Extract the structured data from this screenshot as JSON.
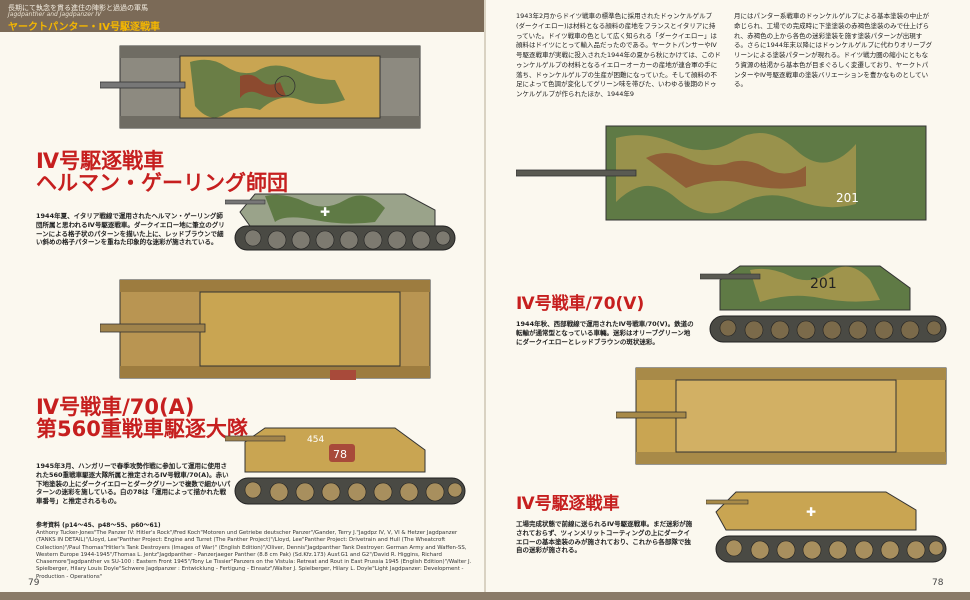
{
  "header": {
    "line1": "長期にて執念を貫る進住の陣影と過過の軍馬",
    "line2": "Jagdpanther and Jagdpanzer IV",
    "line3": "ヤークトパンター・IV号駆逐戦車"
  },
  "left_page": {
    "section1": {
      "title_line1": "Ⅳ号駆逐戦車",
      "title_line2": "ヘルマン・ゲーリング師団",
      "caption": "1944年夏、イタリア戦線で運用されたヘルマン・ゲーリング師団所属と思われるⅣ号駆逐戦車。ダークイエロー地に筆立のグリーンによる格子状のパターンを描いた上に、レッドブラウンで細い斜めの格子パターンを重ねた印象的な迷彩が施されている。"
    },
    "section2": {
      "title_line1": "Ⅳ号戦車/70(A)",
      "title_line2": "第560重戦車駆逐大隊",
      "caption": "1945年3月、ハンガリーで春季攻勢作戦に参加して運用に使用された560重戦車駆逐大隊所属と推定されるⅣ号戦車/70(A)。赤い下地塗装の上にダークイエローとダークグリーンで複数で細かいパターンの迷彩を施している。白の78は「運用によって描かれた戦車番号」と推定されるもの。",
      "turret_number": "454",
      "hull_number": "78"
    },
    "references_heading": "参考資料 (p14〜45、p48〜55、p60〜61)",
    "references": "Anthony Tucker-Jones\"The Panzer IV: Hitler's Rock\"/Fred Koch\"Motoren und Getriebe deutscher Panzer\"/Gander, Terry J.\"Jagdpz IV, V, VI & Hetzer Jagdpanzer (TANKS IN DETAIL)\"/Lloyd, Lee\"Panther Project: Engine and Turret (The Panther Project)\"/Lloyd, Lee\"Panther Project: Drivetrain and Hull (The Wheatcroft Collection)\"/Paul Thomas\"Hitler's Tank Destroyers (Images of War)\" (English Edition)\"/Oliver, Dennis\"Jagdpanther Tank Destroyer: German Army and Waffen-SS, Western Europe 1944-1945\"/Thomas L. Jentz\"Jagdpanther - Panzerjaeger Panther (8.8 cm Pak) (Sd.Kfz.173) Ausf.G1 and G2\"/David R. Higgins, Richard Chasemore\"Jagdpanther vs SU-100 : Eastern Front 1945\"/Tony Le Tissier\"Panzers on the Vistula: Retreat and Rout in East Prussia 1945 (English Edition)\"/Walter J. Spielberger, Hilary Louis Doyle\"Schwere Jagdpanzer : Entwicklung - Fertigung - Einsatz\"/Walter J. Spielberger, Hilary L. Doyle\"Light Jagdpanzer: Development - Production - Operations\"",
    "page_number": "79"
  },
  "right_page": {
    "body_col1": "1943年2月からドイツ戦車の標準色に採用されたドゥンケルゲルプ(ダークイエロー)は材料となる顔料の産地をフランスとイタリアに持っていた。ドイツ戦車の色として広く知られる「ダークイエロー」は顔料はドイツにとって輸入品だったのである。ヤークトパンサーやⅣ号駆逐戦車が実戦に投入された1944年の夏から秋にかけては、このドゥンケルゲルプの材料となるイエローオーカーの産地が連合軍の手に落ち、ドゥンケルゲルプの生産が困難になっていた。そして顔料の不足によって色調が変化してグリーン味を帯びた、いわゆる後期のドゥンケルゲルプが作られたほか、1944年9",
    "body_col2": "月にはパンター系戦車のドゥンケルゲルプによる基本塗装の中止が命じられ、工場での完成時に下塗塗装の赤褐色塗装のみで仕上げられ、赤褐色の上から各色の迷彩塗装を施す塗装パターンが出現する。さらに1944年末以降にはドゥンケルゲルプに代わりオリーブグリーンによる塗装パターンが現れる。ドイツ戦力圏の縮小にともなう資源の枯渇から基本色が目まぐるしく変遷しており、ヤークトパンターやⅣ号駆逐戦車の塗装バリエーションを豊かなものとしている。",
    "section1": {
      "title": "Ⅳ号戦車/70(V)",
      "caption": "1944年秋、西部戦線で運用されたⅣ号戦車/70(V)。鉄道の転輸が通常型となっている車輛。迷彩はオリーブグリーン地にダークイエローとレッドブラウンの斑状迷彩。",
      "hull_number": "201"
    },
    "section2": {
      "title": "Ⅳ号駆逐戦車",
      "caption": "工場完成状態で前線に送られるⅣ号駆逐戦車。まだ迷彩が施されておらず、ツィンメリットコーティングの上にダークイエローの基本塗装のみが施されており、これから各部隊で独自の迷彩が施される。"
    },
    "page_number": "78"
  },
  "colors": {
    "title_red": "#c61f1f",
    "header_bar": "#7b6a57",
    "header_accent": "#f5b700",
    "dark_yellow": "#c9a552",
    "camo_green": "#5f7a45",
    "red_brown": "#8c4a2f"
  }
}
